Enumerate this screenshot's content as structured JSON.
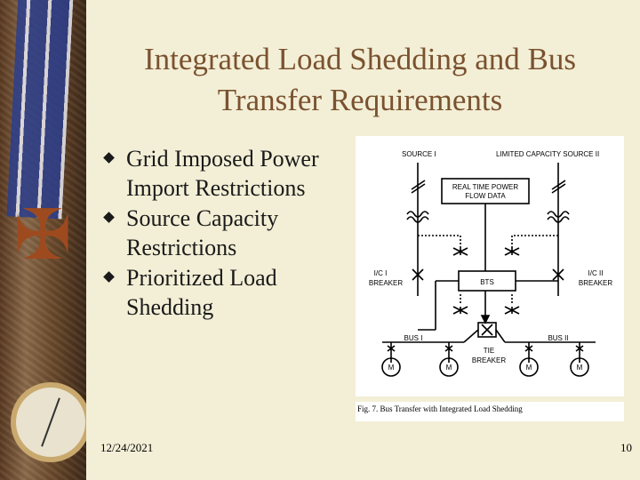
{
  "slide": {
    "title": "Integrated Load Shedding and Bus Transfer Requirements",
    "bullets": [
      "Grid Imposed Power Import Restrictions",
      "Source Capacity Restrictions",
      "Prioritized Load Shedding"
    ],
    "date": "12/24/2021",
    "page_number": "10"
  },
  "figure": {
    "source_1": "SOURCE I",
    "source_2": "LIMITED CAPACITY SOURCE II",
    "rt_data_line1": "REAL TIME POWER",
    "rt_data_line2": "FLOW DATA",
    "ic1_line1": "I/C I",
    "ic1_line2": "BREAKER",
    "ic2_line1": "I/C II",
    "ic2_line2": "BREAKER",
    "bts": "BTS",
    "bus_1": "BUS I",
    "bus_2": "BUS II",
    "tie_line1": "TIE",
    "tie_line2": "BREAKER",
    "motor": "M",
    "caption": "Fig. 7.  Bus Transfer with Integrated Load Shedding"
  },
  "colors": {
    "title": "#7a5230",
    "background": "#f3efd6"
  },
  "icons": [
    "bullet-diamond-icon",
    "medal-decoration",
    "compass-decoration"
  ]
}
